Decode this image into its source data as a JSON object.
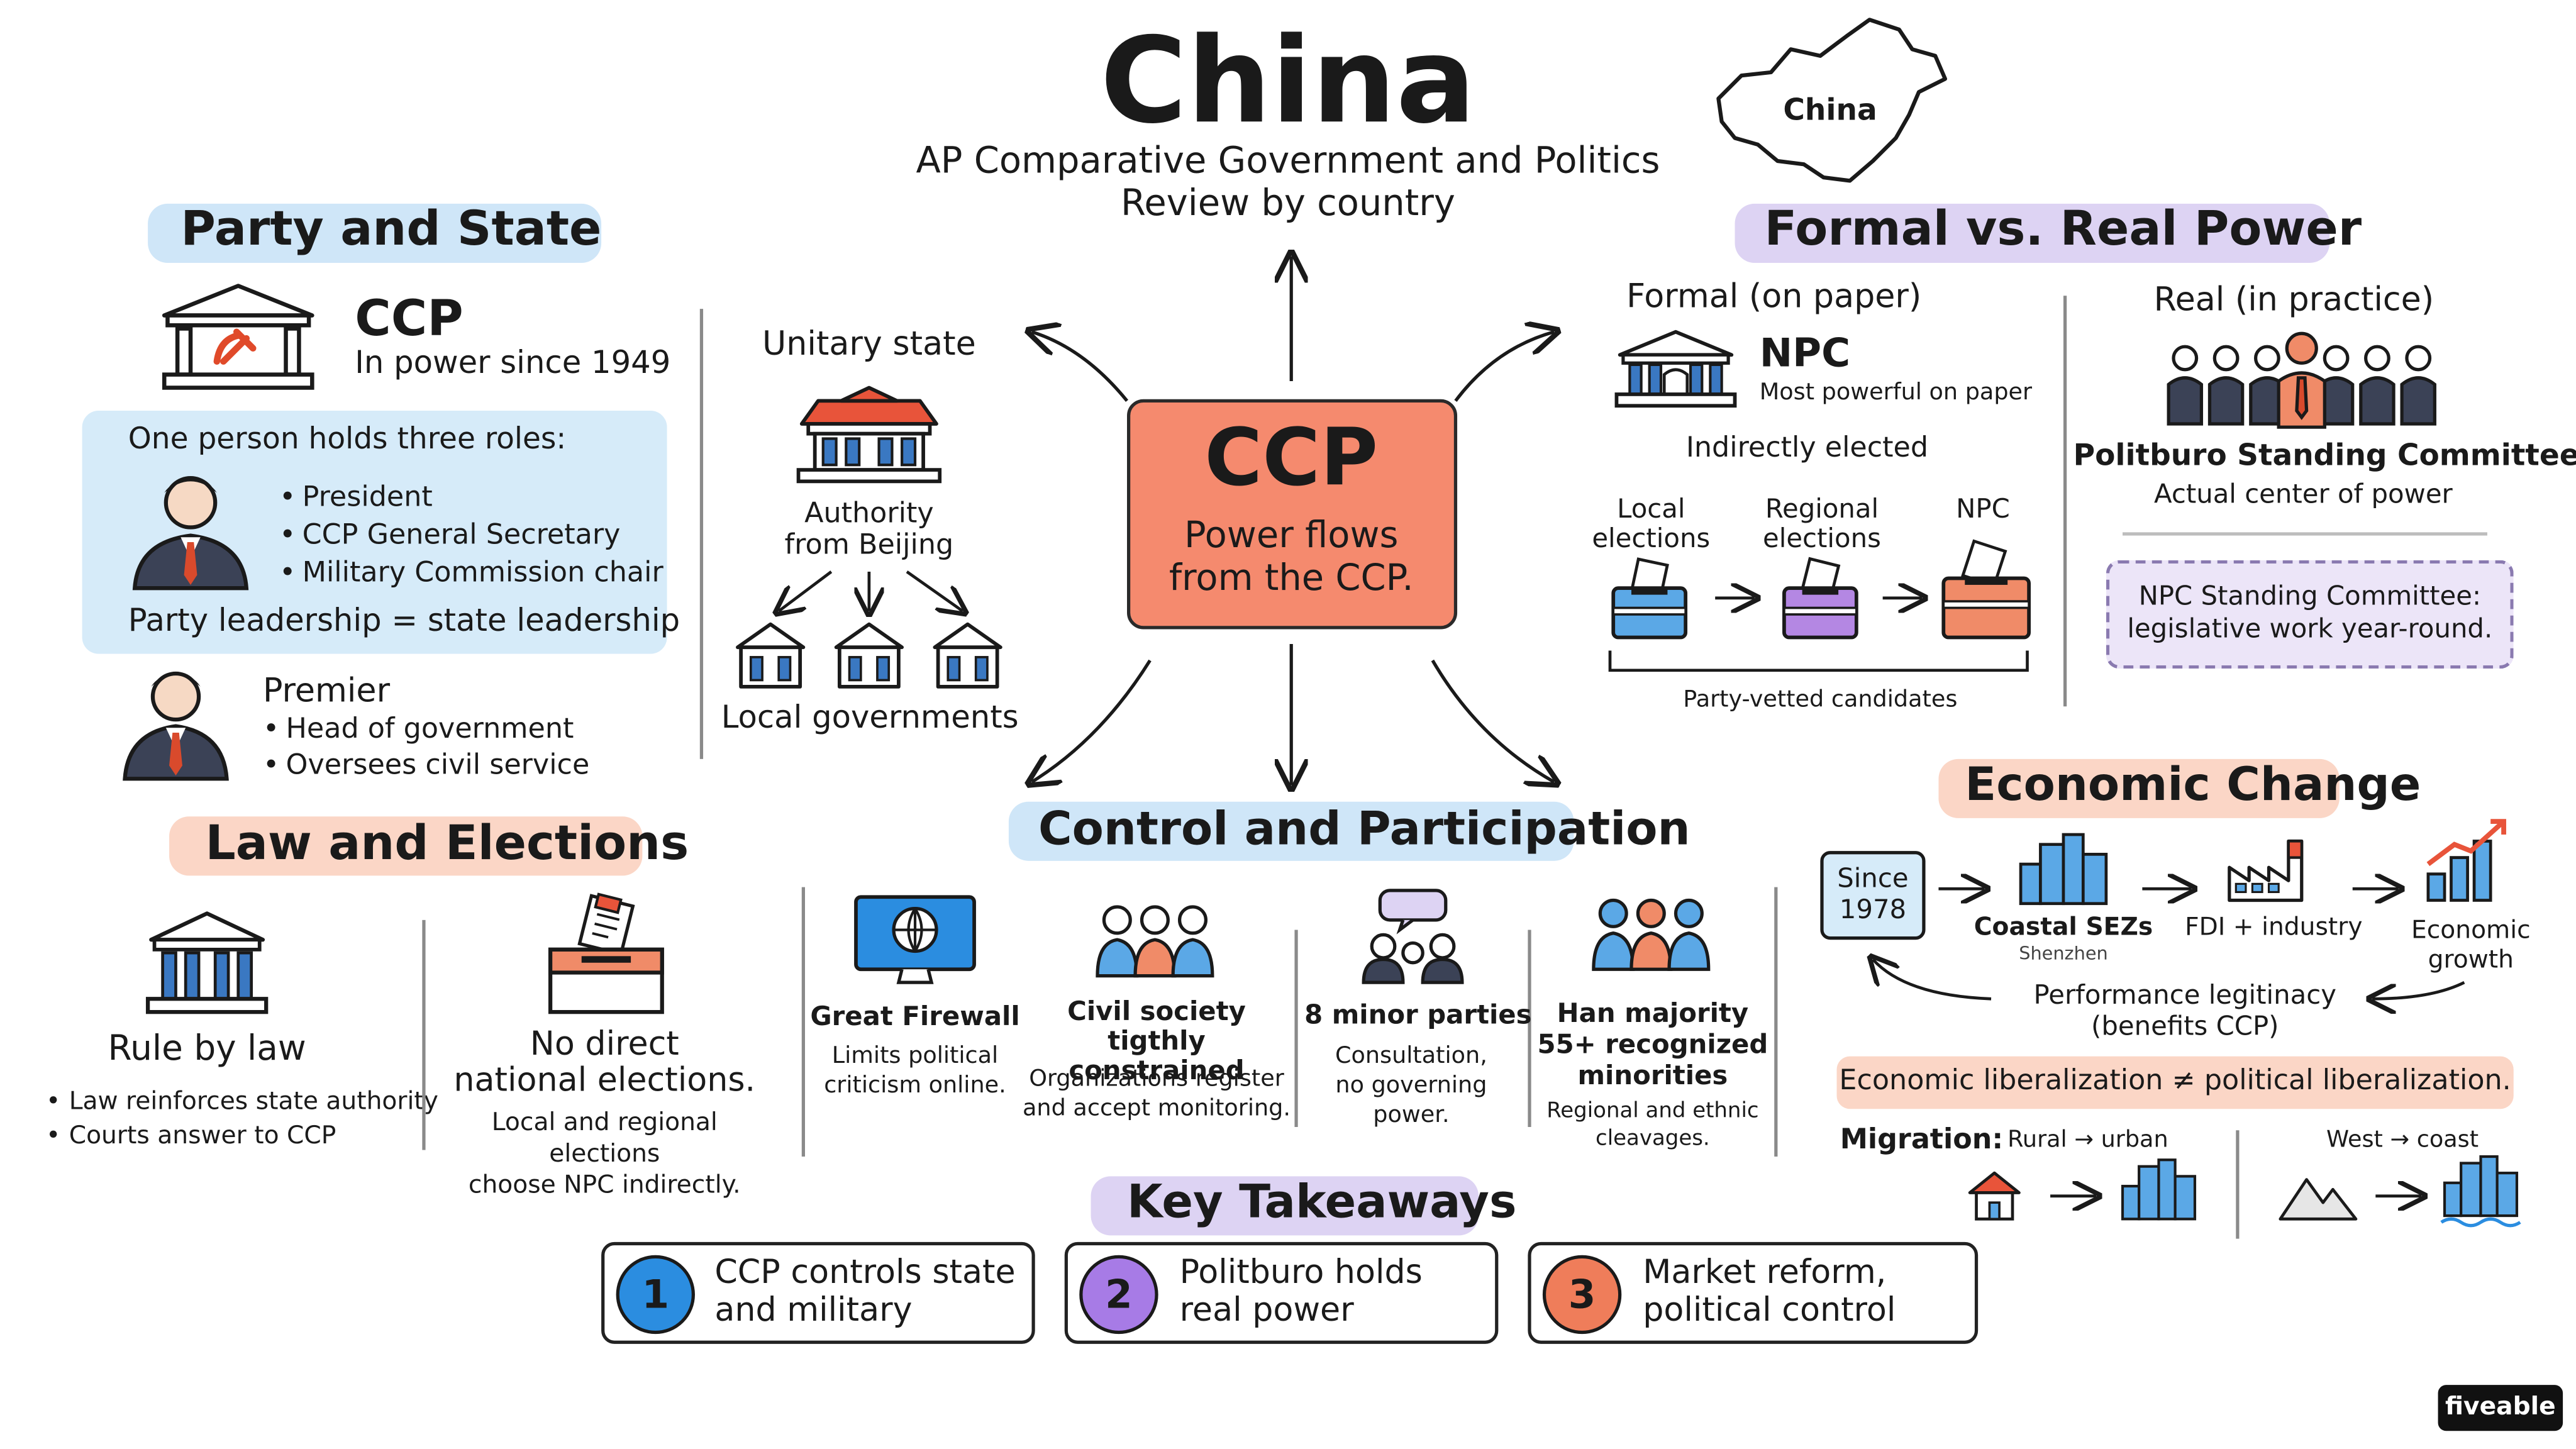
{
  "title": "China",
  "subtitle_line1": "AP Comparative Government and Politics",
  "subtitle_line2": "Review by country",
  "map_label": "China",
  "center": {
    "title": "CCP",
    "line1": "Power flows",
    "line2": "from the CCP."
  },
  "party_state": {
    "heading": "Party and State",
    "ccp_name": "CCP",
    "ccp_since": "In power since 1949",
    "roles_intro": "One person holds three roles:",
    "roles": [
      "President",
      "CCP General Secretary",
      "Military Commission chair"
    ],
    "roles_summary": "Party leadership = state leadership",
    "premier_title": "Premier",
    "premier_duties": [
      "Head of government",
      "Oversees civil service"
    ]
  },
  "unitary": {
    "title": "Unitary state",
    "authority": "Authority\nfrom Beijing",
    "local": "Local governments"
  },
  "formal_real": {
    "heading": "Formal vs. Real Power",
    "formal_title": "Formal (on paper)",
    "npc": "NPC",
    "npc_desc": "Most powerful on paper",
    "indirect": "Indirectly elected",
    "steps": [
      "Local\nelections",
      "Regional\nelections",
      "NPC"
    ],
    "vetted": "Party-vetted candidates",
    "real_title": "Real (in practice)",
    "psc": "Politburo Standing Committee",
    "psc_desc": "Actual center of power",
    "npcsc": "NPC Standing Committee:\nlegislative work year-round."
  },
  "law_elections": {
    "heading": "Law and Elections",
    "rule_title": "Rule by law",
    "rule_points": [
      "Law reinforces state authority",
      "Courts answer to CCP"
    ],
    "elections_title": "No direct\nnational elections.",
    "elections_desc": "Local and regional elections\nchoose NPC indirectly."
  },
  "control": {
    "heading": "Control and Participation",
    "items": [
      {
        "title": "Great Firewall",
        "desc": "Limits political\ncriticism online."
      },
      {
        "title": "Civil society\ntigthly constrained",
        "desc": "Organizations register\nand accept monitoring."
      },
      {
        "title": "8 minor parties",
        "desc": "Consultation,\nno governing\npower."
      },
      {
        "title": "Han majority\n55+ recognized\nminorities",
        "desc": "Regional and ethnic\ncleavages."
      }
    ]
  },
  "economic": {
    "heading": "Economic Change",
    "since": "Since\n1978",
    "sez": "Coastal SEZs",
    "sez_sub": "Shenzhen",
    "fdi": "FDI + industry",
    "growth": "Economic\ngrowth",
    "legitimacy": "Performance legitinacy\n(benefits CCP)",
    "liberalization": "Economic liberalization ≠ political liberalization.",
    "migration_label": "Migration:",
    "rural_urban": "Rural → urban",
    "west_coast": "West → coast"
  },
  "takeaways": {
    "heading": "Key Takeaways",
    "items": [
      {
        "num": "1",
        "text": "CCP controls state\nand military"
      },
      {
        "num": "2",
        "text": "Politburo holds\nreal power"
      },
      {
        "num": "3",
        "text": "Market reform,\npolitical control"
      }
    ]
  },
  "brand": "fiveable",
  "colors": {
    "ccp_box": "#f58a6e",
    "blue_highlight": "#cfe6f8",
    "purple_highlight": "#ddd3f3",
    "peach_highlight": "#fbd6c6",
    "num1": "#2b8de0",
    "num2": "#a77be6",
    "num3": "#ef7d5a"
  }
}
